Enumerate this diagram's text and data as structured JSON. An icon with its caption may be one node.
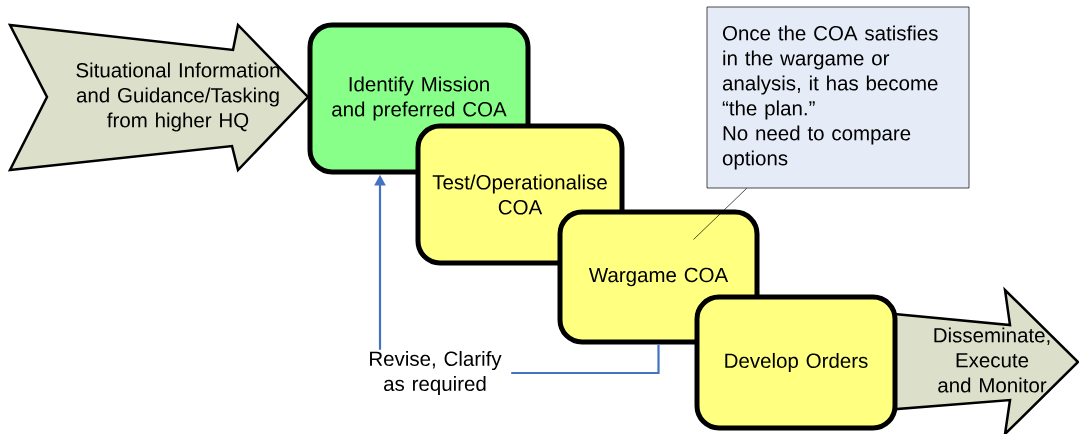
{
  "diagram": {
    "nodes": [
      {
        "text": [
          "Situational Information and Guidance/Tasking from higher HQ"
        ]
      },
      {
        "text": [
          "Identify Mission and preferred COA"
        ]
      },
      {
        "text": [
          "Test/Operationalise COA"
        ]
      },
      {
        "text": [
          "Wargame COA"
        ]
      },
      {
        "text": [
          "Develop Orders"
        ]
      },
      {
        "text": [
          "Disseminate, Execute and Monitor"
        ]
      },
      {
        "text": [
          "Once the COA satisfies in the wargame or analysis, it has become “the plan.”",
          "No need to compare options"
        ]
      },
      {
        "text": [
          "Revise, Clarify as required"
        ]
      }
    ],
    "edges": [
      {
        "from": 6,
        "to": 3,
        "arrow": "none",
        "color": "#000000"
      },
      {
        "from": 3,
        "to": 7,
        "arrow": "none",
        "color": "#4472c4"
      },
      {
        "from": 7,
        "to": 1,
        "arrow": "to",
        "color": "#4472c4"
      }
    ]
  }
}
